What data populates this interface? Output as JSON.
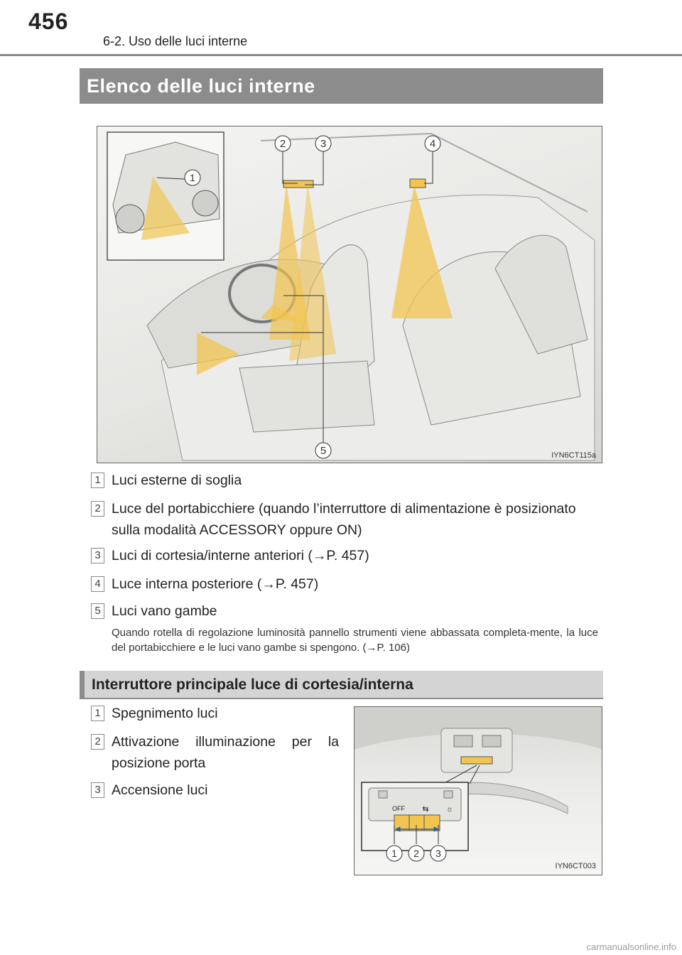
{
  "header": {
    "page_number": "456",
    "section": "6-2. Uso delle luci interne"
  },
  "section1": {
    "title": "Elenco delle luci interne",
    "figure_code": "IYN6CT115a",
    "figure_callouts": [
      "1",
      "2",
      "3",
      "4",
      "5"
    ],
    "items": [
      {
        "num": "1",
        "text": "Luci esterne di soglia"
      },
      {
        "num": "2",
        "text": "Luce del portabicchiere (quando l’interruttore di alimentazione è posizionato",
        "text2": "sulla modalità ACCESSORY oppure ON)"
      },
      {
        "num": "3",
        "text": "Luci di cortesia/interne anteriori (→P. 457)"
      },
      {
        "num": "4",
        "text": "Luce interna posteriore (→P. 457)"
      },
      {
        "num": "5",
        "text": "Luci vano gambe"
      }
    ],
    "note": "Quando rotella di regolazione luminosità pannello strumenti viene abbassata completa-mente, la luce del portabicchiere e le luci vano gambe si spengono. (→P. 106)"
  },
  "section2": {
    "title": "Interruttore principale luce di cortesia/interna",
    "figure_code": "IYN6CT003",
    "switch_labels": [
      "OFF",
      "⇆",
      "☼"
    ],
    "figure_callouts": [
      "1",
      "2",
      "3"
    ],
    "items": [
      {
        "num": "1",
        "text": "Spegnimento luci"
      },
      {
        "num": "2",
        "text": "Attivazione illuminazione per la",
        "text2": "posizione porta"
      },
      {
        "num": "3",
        "text": "Accensione luci"
      }
    ]
  },
  "footer": {
    "watermark": "carmanualsonline.info"
  }
}
